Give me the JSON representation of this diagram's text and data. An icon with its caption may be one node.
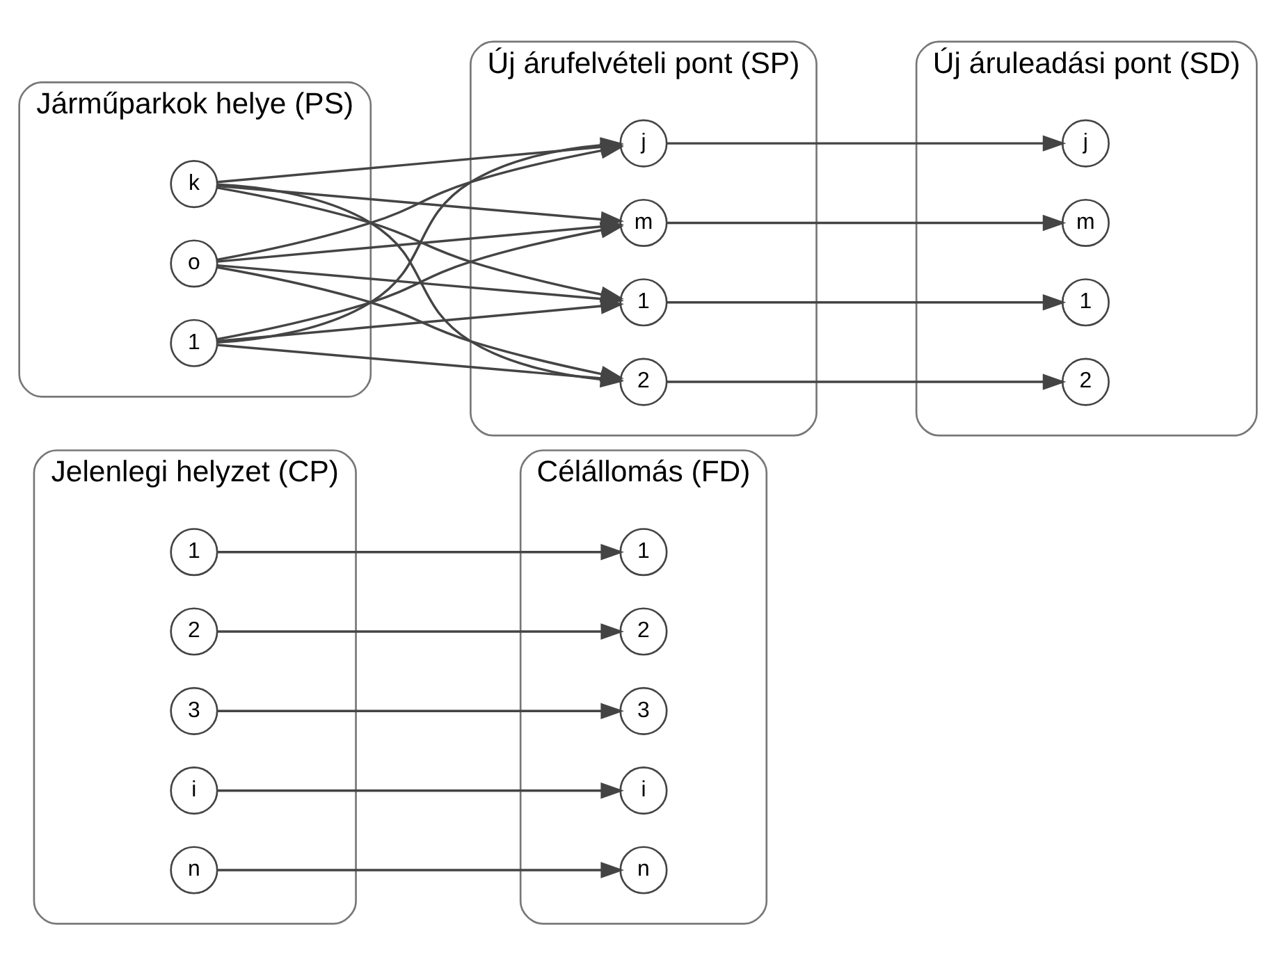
{
  "diagram": {
    "nodes": [
      {
        "text": [
          "Jelenlegi helyzet (CP)"
        ]
      },
      {
        "text": [
          "1"
        ],
        "in": 0
      },
      {
        "text": [
          "2"
        ],
        "in": 0
      },
      {
        "text": [
          "3"
        ],
        "in": 0
      },
      {
        "text": [
          "i"
        ],
        "in": 0
      },
      {
        "text": [
          "n"
        ],
        "in": 0
      },
      {
        "text": [
          "Célállomás (FD)"
        ]
      },
      {
        "text": [
          "1"
        ],
        "in": 6
      },
      {
        "text": [
          "2"
        ],
        "in": 6
      },
      {
        "text": [
          "3"
        ],
        "in": 6
      },
      {
        "text": [
          "i"
        ],
        "in": 6
      },
      {
        "text": [
          "n"
        ],
        "in": 6
      },
      {
        "text": [
          "Új árufelvételi pont (SP)"
        ]
      },
      {
        "text": [
          "1"
        ],
        "in": 12
      },
      {
        "text": [
          "2"
        ],
        "in": 12
      },
      {
        "text": [
          "j"
        ],
        "in": 12
      },
      {
        "text": [
          "m"
        ],
        "in": 12
      },
      {
        "text": [
          "Új áruleadási pont (SD)"
        ]
      },
      {
        "text": [
          "1"
        ],
        "in": 17
      },
      {
        "text": [
          "2"
        ],
        "in": 17
      },
      {
        "text": [
          "j"
        ],
        "in": 17
      },
      {
        "text": [
          "m"
        ],
        "in": 17
      },
      {
        "text": [
          "Járműparkok helye (PS)"
        ]
      },
      {
        "text": [
          "1"
        ],
        "in": 22
      },
      {
        "text": [
          "k"
        ],
        "in": 22
      },
      {
        "text": [
          "o"
        ],
        "in": 22
      }
    ],
    "edges": [
      {
        "from": 1,
        "to": 7,
        "arrow": "to"
      },
      {
        "from": 2,
        "to": 8,
        "arrow": "to"
      },
      {
        "from": 3,
        "to": 9,
        "arrow": "to"
      },
      {
        "from": 4,
        "to": 10,
        "arrow": "to"
      },
      {
        "from": 5,
        "to": 11,
        "arrow": "to"
      },
      {
        "from": 13,
        "to": 18,
        "arrow": "to"
      },
      {
        "from": 14,
        "to": 19,
        "arrow": "to"
      },
      {
        "from": 15,
        "to": 20,
        "arrow": "to"
      },
      {
        "from": 16,
        "to": 21,
        "arrow": "to"
      },
      {
        "from": 23,
        "to": 13,
        "arrow": "to"
      },
      {
        "from": 23,
        "to": 14,
        "arrow": "to"
      },
      {
        "from": 23,
        "to": 15,
        "arrow": "to"
      },
      {
        "from": 23,
        "to": 16,
        "arrow": "to"
      },
      {
        "from": 24,
        "to": 13,
        "arrow": "to"
      },
      {
        "from": 24,
        "to": 14,
        "arrow": "to"
      },
      {
        "from": 24,
        "to": 15,
        "arrow": "to"
      },
      {
        "from": 24,
        "to": 16,
        "arrow": "to"
      },
      {
        "from": 25,
        "to": 13,
        "arrow": "to"
      },
      {
        "from": 25,
        "to": 14,
        "arrow": "to"
      },
      {
        "from": 25,
        "to": 15,
        "arrow": "to"
      },
      {
        "from": 25,
        "to": 16,
        "arrow": "to"
      }
    ]
  }
}
